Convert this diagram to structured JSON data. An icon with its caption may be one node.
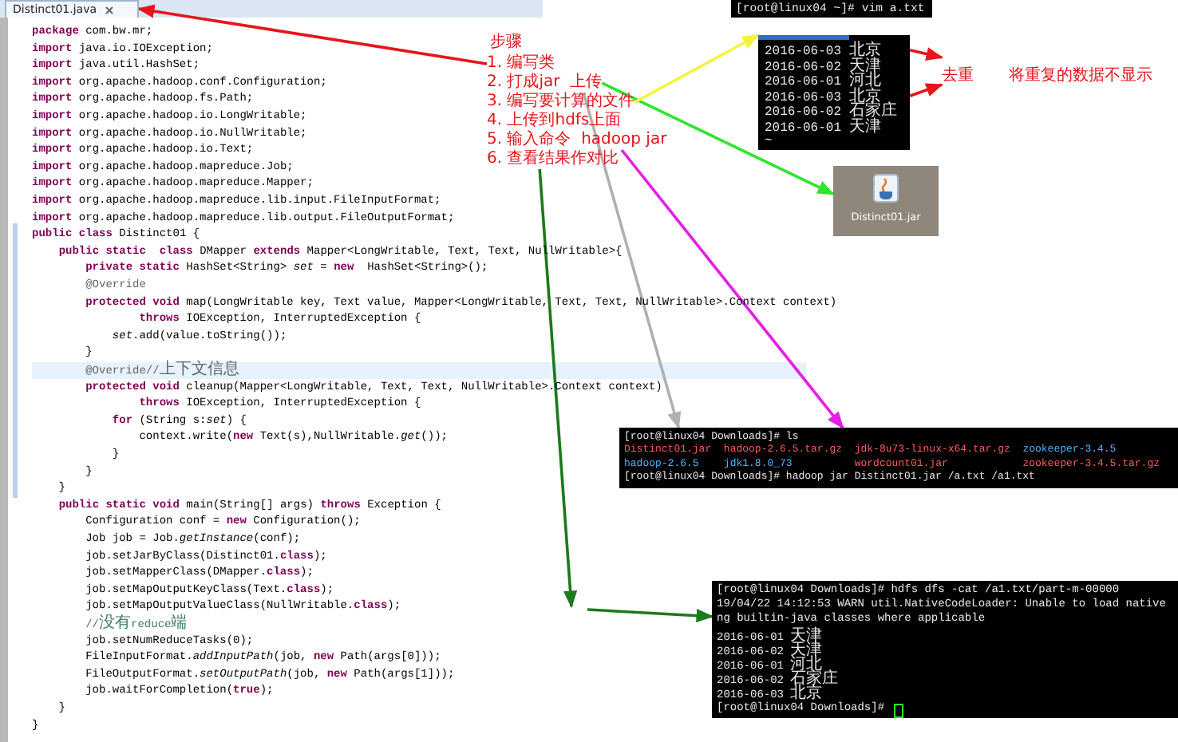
{
  "diagram": {
    "nodes": [
      {
        "text": [
          "**package** com.bw.mr;",
          "**import** java.io.IOException;",
          "**import** java.util.HashSet;",
          "**import** org.apache.hadoop.conf.Configuration;",
          "**import** org.apache.hadoop.fs.Path;",
          "**import** org.apache.hadoop.io.LongWritable;",
          "**import** org.apache.hadoop.io.NullWritable;",
          "**import** org.apache.hadoop.io.Text;",
          "**import** org.apache.hadoop.mapreduce.Job;",
          "**import** org.apache.hadoop.mapreduce.Mapper;",
          "**import** org.apache.hadoop.mapreduce.lib.input.FileInputFormat;",
          "**import** org.apache.hadoop.mapreduce.lib.output.FileOutputFormat;",
          "**public** **class** Distinct01 {",
          "    **public** **static**  **class** DMapper **extends** Mapper<LongWritable, Text, Text, NullWritable>{",
          "        **private** **static** HashSet<String> *set* = **new**  HashSet<String>();",
          "        @Override",
          "        **protected** **void** map(LongWritable key, Text value, Mapper<LongWritable, Text, Text, NullWritable>.Context context)",
          "                **throws** IOException, InterruptedException {",
          "            *set*.add(value.toString());",
          "        }",
          "        @Override//上下文信息",
          "        **protected** **void** cleanup(Mapper<LongWritable, Text, Text, NullWritable>.Context context)",
          "                **throws** IOException, InterruptedException {",
          "            **for** (String s:*set*) {",
          "                context.write(**new** Text(s),NullWritable.*get*());",
          "            }",
          "        }",
          "    }",
          "    **public** **static** **void** main(String[] args) **throws** Exception {",
          "        Configuration conf = **new** Configuration();",
          "        Job job = Job.*getInstance*(conf);",
          "        job.setJarByClass(Distinct01.**class**);",
          "        job.setMapperClass(DMapper.**class**);",
          "        job.setMapOutputKeyClass(Text.**class**);",
          "        job.setMapOutputValueClass(NullWritable.**class**);",
          "        //没有reduce端",
          "        job.setNumReduceTasks(0);",
          "        FileInputFormat.*addInputPath*(job, **new** Path(args[0]));",
          "        FileOutputFormat.*setOutputPath*(job, **new** Path(args[1]));",
          "        job.waitForCompletion(**true**);",
          "    }",
          "}"
        ]
      },
      {
        "text": [
          "Distinct01.java"
        ]
      },
      {
        "text": [
          "[root@linux04 ~]# vim a.txt"
        ]
      },
      {
        "text": [
          "1. 编写类"
        ],
        "in": 0
      },
      {
        "text": [
          "2. 打成jar  上传"
        ],
        "in": 0
      },
      {
        "text": [
          "3. 编写要计算的文件"
        ],
        "in": 0
      },
      {
        "text": [
          "4. 上传到hdfs上面"
        ],
        "in": 0
      },
      {
        "text": [
          "5. 输入命令  hadoop jar"
        ],
        "in": 0
      },
      {
        "text": [
          "6. 查看结果作对比"
        ],
        "in": 0
      },
      {
        "text": [
          "2016-06-03 北京",
          "2016-06-02 天津",
          "2016-06-01 河北",
          "2016-06-03 北京",
          "2016-06-02 石家庄",
          "2016-06-01 天津",
          "~"
        ],
        "in": 0
      },
      {
        "text": [
          "去重",
          "将重复的数据不显示"
        ],
        "in": 0
      },
      {
        "text": [
          "Distinct01.jar"
        ],
        "in": 0
      },
      {
        "text": [
          "[root@linux04 Downloads]# ls",
          "Distinct01.jar  hadoop-2.6.5.tar.gz  jdk-8u73-linux-x64.tar.gz  zookeeper-3.4.5",
          "hadoop-2.6.5    jdk1.8.0_73          wordcount01.jar            zookeeper-3.4.5.tar.gz",
          "[root@linux04 Downloads]# hadoop jar Distinct01.jar /a.txt /a1.txt"
        ],
        "in": 0
      },
      {
        "text": [
          "[root@linux04 Downloads]# hdfs dfs -cat /a1.txt/part-m-00000",
          "19/04/22 14:12:53 WARN util.NativeCodeLoader: Unable to load native",
          "ng builtin-java classes where applicable",
          "2016-06-01 天津",
          "2016-06-02 天津",
          "2016-06-01 河北",
          "2016-06-02 石家庄",
          "2016-06-03 北京",
          "[root@linux04 Downloads]#"
        ],
        "in": 0
      }
    ],
    "edges": [
      {
        "from": 3,
        "to": 1,
        "arrow": "to",
        "color": "#e8141b"
      },
      {
        "from": 4,
        "to": 11,
        "arrow": "to",
        "color": "#2ee52e"
      },
      {
        "from": 5,
        "to": 9,
        "arrow": "to",
        "color": "#f4f43c"
      },
      {
        "from": 4,
        "to": 12,
        "arrow": "to",
        "color": "#b0b0b0"
      },
      {
        "from": 7,
        "to": 12,
        "arrow": "to",
        "color": "#e41fe8"
      },
      {
        "from": 8,
        "to": null,
        "arrow": "to",
        "color": "#1c7a1c"
      },
      {
        "from": null,
        "to": 13,
        "arrow": "to",
        "color": "#1c7a1c"
      },
      {
        "from": 9,
        "to": 10,
        "arrow": "to",
        "color": "#e8141b"
      },
      {
        "from": 9,
        "to": 10,
        "arrow": "to",
        "color": "#e8141b"
      }
    ],
    "labels": [
      "步骤"
    ]
  }
}
